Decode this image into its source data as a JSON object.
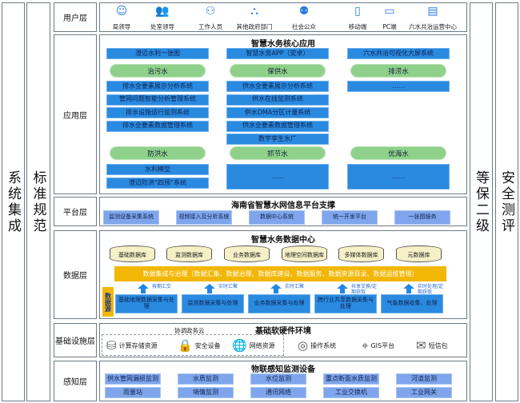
{
  "sides": {
    "left1": "系统集成",
    "left2": "标准规范",
    "right1": "等保二级",
    "right2": "安全测评"
  },
  "layers": {
    "user": "用户层",
    "app": "应用层",
    "platform": "平台层",
    "data": "数据层",
    "infra": "基础设施层",
    "perception": "感知层"
  },
  "user_layer": {
    "items": [
      {
        "label": "局领导",
        "icon": "leader-icon"
      },
      {
        "label": "处室领导",
        "icon": "group-icon"
      },
      {
        "label": "工作人员",
        "icon": "staff-icon"
      },
      {
        "label": "其他政府部门",
        "icon": "department-icon"
      },
      {
        "label": "社会公众",
        "icon": "public-icon"
      },
      {
        "label": "移动端",
        "icon": "mobile-icon"
      },
      {
        "label": "PC端",
        "icon": "monitor-icon"
      },
      {
        "label": "六水共治运营中心",
        "icon": "dashboard-icon"
      }
    ]
  },
  "app_layer": {
    "title": "智慧水务核心应用",
    "top": [
      "澄迈水利一张图",
      "智慧水务APP（安卓）",
      "六水共治可视化大屏系统"
    ],
    "groups1": [
      {
        "name": "治污水",
        "systems": [
          "排水全要素展示分析系统",
          "管网问题智能分析管理系统",
          "排水设施运行监测系统",
          "排水全要素数据管理系统"
        ]
      },
      {
        "name": "保供水",
        "systems": [
          "供水全要素展示分析系统",
          "供水在线监测系统",
          "供水DMA分区计量系统",
          "供水全要素数据管理系统",
          "数字孪生水厂"
        ]
      },
      {
        "name": "排涝水",
        "systems": [
          "......"
        ]
      }
    ],
    "groups2": [
      {
        "name": "防洪水",
        "systems": [
          "水利模型",
          "澄迈防洪“四预”系统"
        ]
      },
      {
        "name": "抓节水",
        "systems": [
          "......"
        ]
      },
      {
        "name": "优海水",
        "systems": [
          "......"
        ]
      }
    ]
  },
  "platform_layer": {
    "title": "海南省智慧水网信息平台支撑",
    "items": [
      "监测设备采集系统",
      "视频接入及分析系统",
      "数据中心系统",
      "统一开发平台",
      "一张图服务"
    ]
  },
  "data_layer": {
    "title": "智慧水务数据中心",
    "databases": [
      "基础数据库",
      "监测数据库",
      "业务数据库",
      "地理空间数据库",
      "多媒体数据库",
      "元数据库"
    ],
    "integration": "数据集成与治理（数据汇集、数据治理、数据库建设、数据服务、数据资源目录、数据运维管理）",
    "source_label": "数据源",
    "flows": [
      "按期汇交",
      "实时汇聚",
      "实时汇聚",
      "共享交换/定期获取",
      "实时处理/定期获取"
    ],
    "sources": [
      "基础地理数据采集与处理",
      "监测数据采集与处理",
      "业务数据采集与处理",
      "跨行业共享数据采集与处理",
      "气象数据收集、处理"
    ]
  },
  "infra_layer": {
    "title": "基础软硬件环境",
    "cloud_label": "协调政务云",
    "items": [
      {
        "label": "计算存储资源",
        "icon": "database-icon"
      },
      {
        "label": "安全设备",
        "icon": "lock-shield-icon"
      },
      {
        "label": "网络资源",
        "icon": "globe-icon"
      },
      {
        "label": "操作系统",
        "icon": "fingerprint-icon"
      },
      {
        "label": "GIS平台",
        "icon": "map-pin-icon"
      },
      {
        "label": "短信包",
        "icon": "envelope-icon"
      }
    ]
  },
  "perception_layer": {
    "title": "物联感知监测设备",
    "row1": [
      "供水管网漏损监测",
      "水质监测",
      "水位监测",
      "重点断面水质监测",
      "河道监测"
    ],
    "row2": [
      "雨量站",
      "墒情监测",
      "通讯网络",
      "工业交换机",
      "工业网关"
    ]
  },
  "colors": {
    "blue": "#2a8ae0",
    "green": "#8fd18b",
    "light_blue": "#7fa6ec",
    "yellow": "#f2b705",
    "cylinder": "#f5f0c6"
  }
}
